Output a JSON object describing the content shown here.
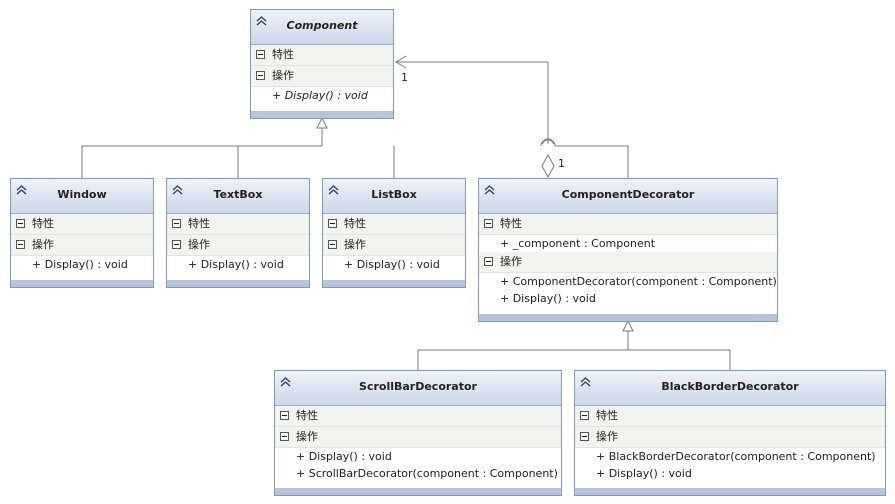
{
  "section_labels": {
    "attributes": "特性",
    "operations": "操作"
  },
  "classes": {
    "component": {
      "name": "Component",
      "operations": [
        "+ Display() : void"
      ]
    },
    "window": {
      "name": "Window",
      "operations": [
        "+ Display() : void"
      ]
    },
    "textbox": {
      "name": "TextBox",
      "operations": [
        "+ Display() : void"
      ]
    },
    "listbox": {
      "name": "ListBox",
      "operations": [
        "+ Display() : void"
      ]
    },
    "componentdecorator": {
      "name": "ComponentDecorator",
      "attributes": [
        "+ _component : Component"
      ],
      "operations": [
        "+ ComponentDecorator(component : Component)",
        "+ Display() : void"
      ]
    },
    "scrollbardecorator": {
      "name": "ScrollBarDecorator",
      "operations": [
        "+ Display() : void",
        "+ ScrollBarDecorator(component : Component)"
      ]
    },
    "blackborderdecorator": {
      "name": "BlackBorderDecorator",
      "operations": [
        "+ BlackBorderDecorator(component : Component)",
        "+ Display() : void"
      ]
    }
  },
  "multiplicities": {
    "component_end": "1",
    "decorator_end": "1"
  }
}
